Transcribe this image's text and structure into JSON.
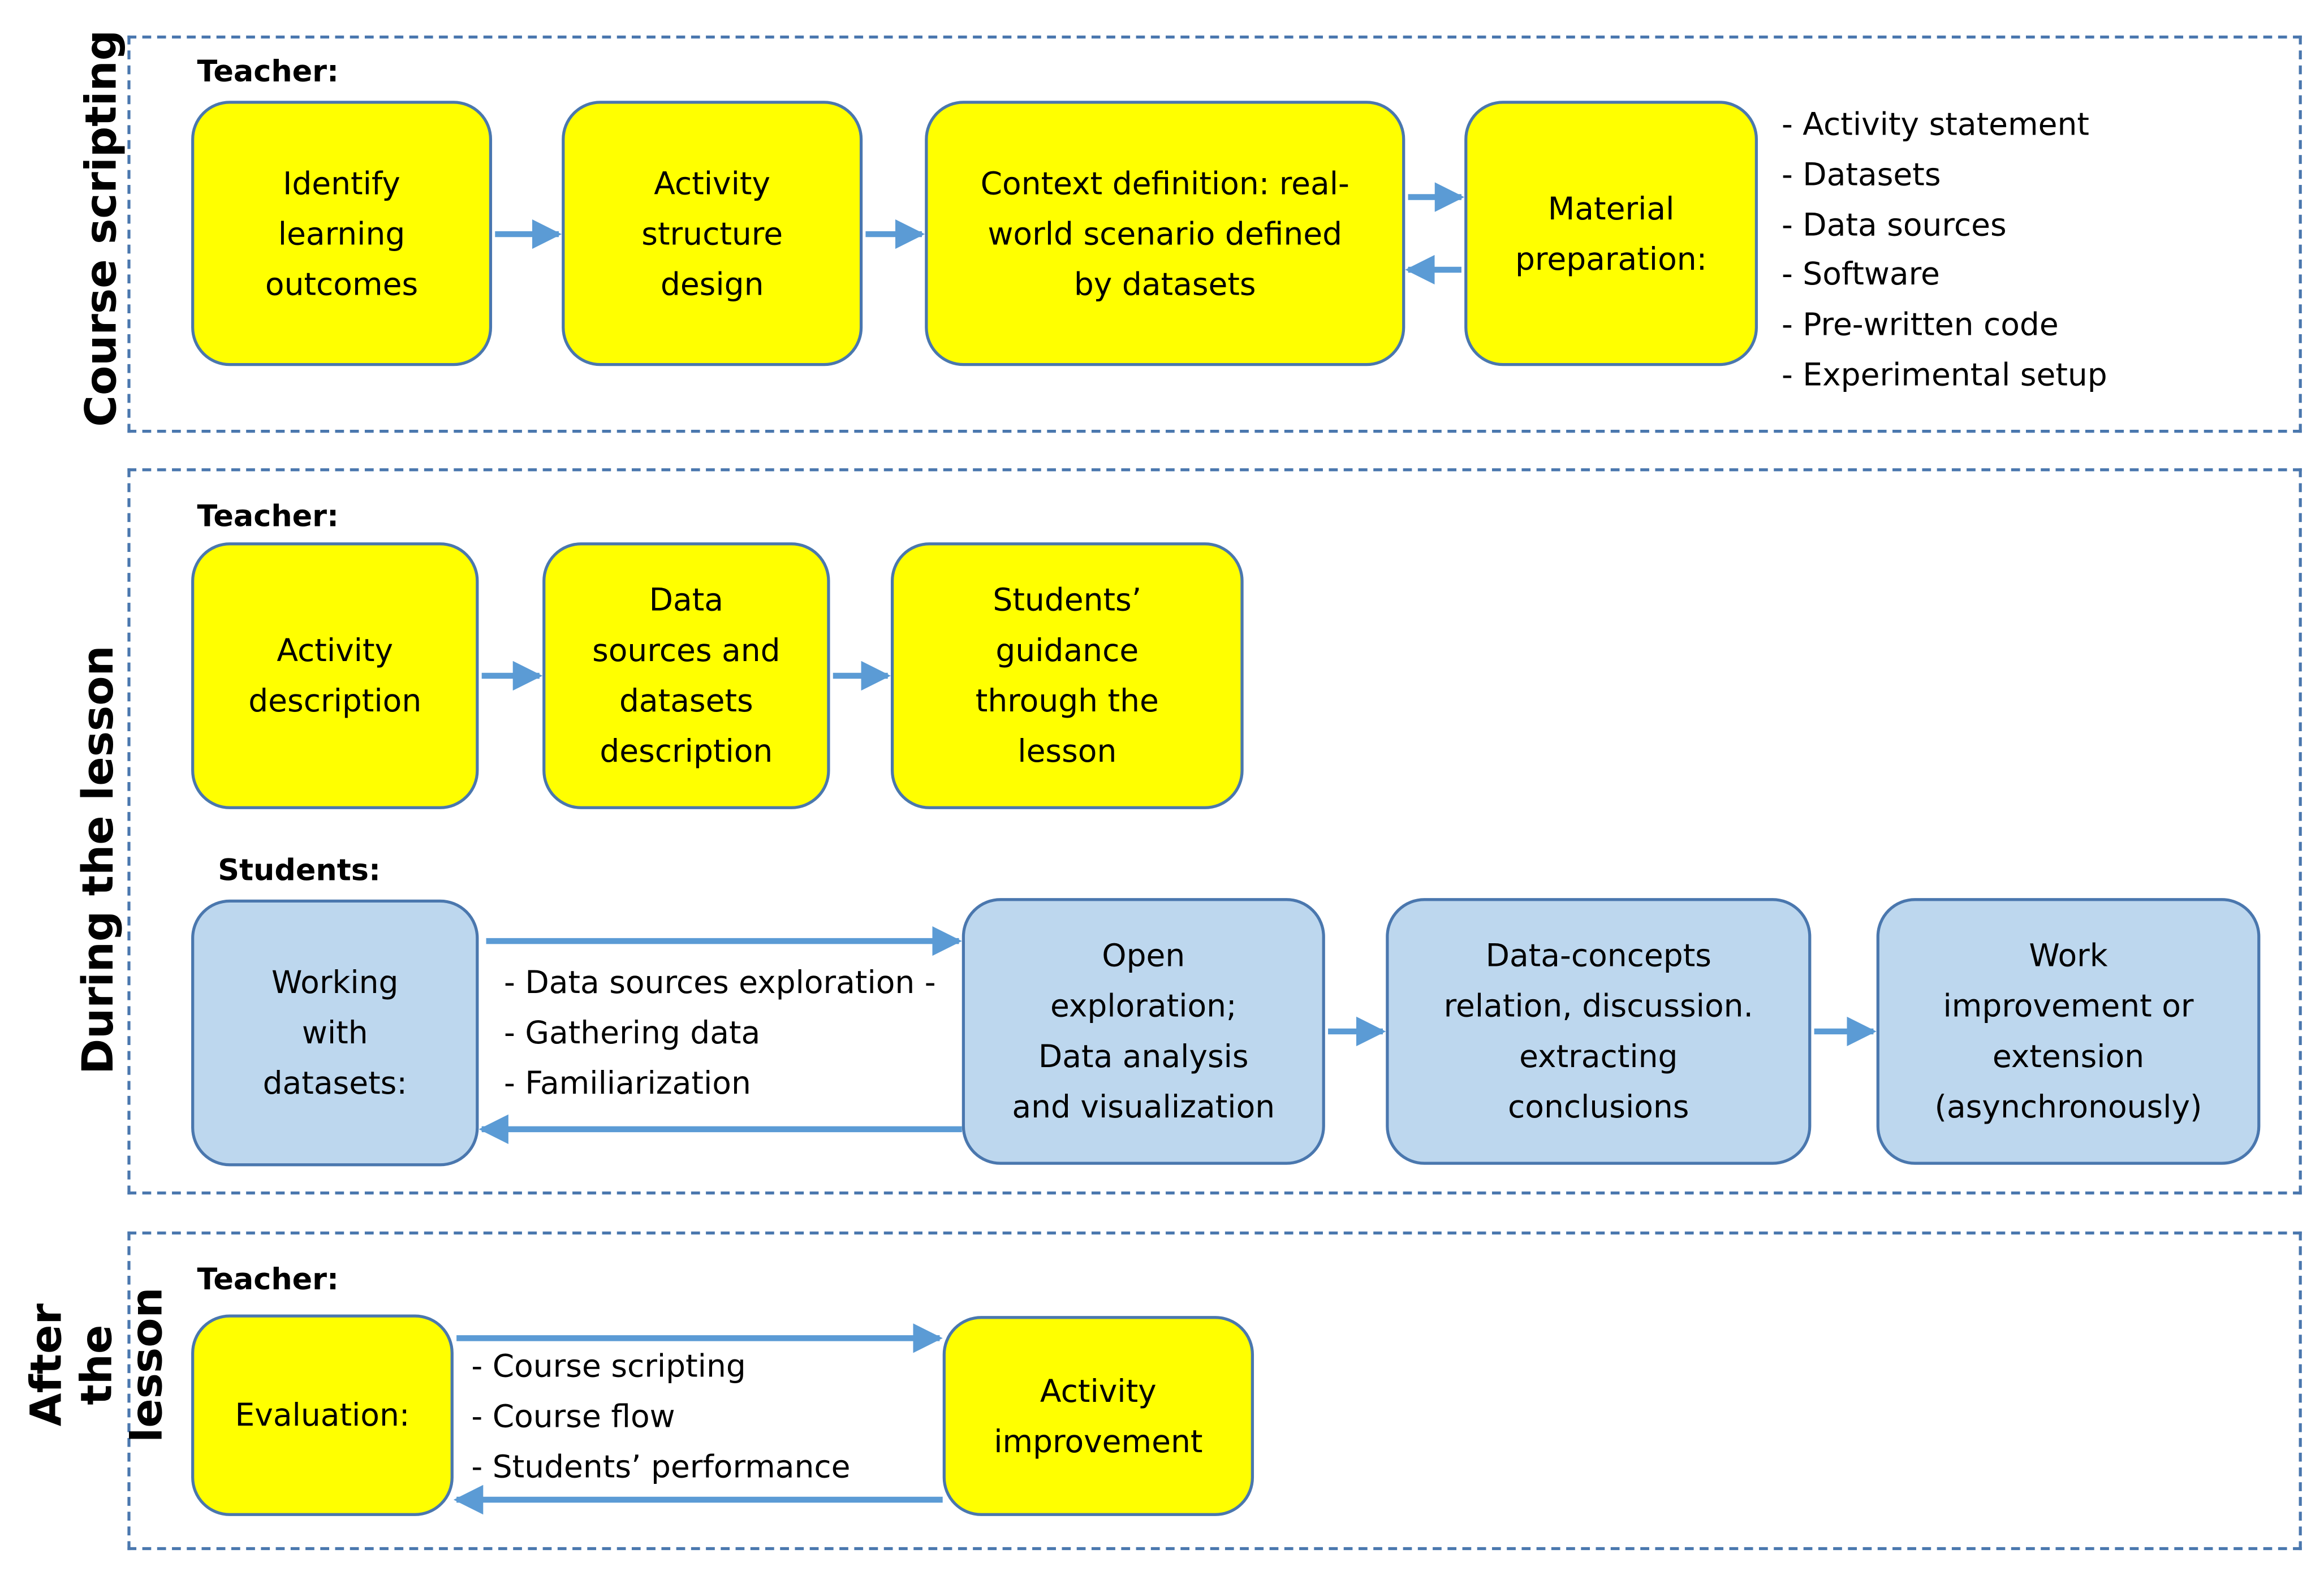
{
  "colors": {
    "teacher_box": "#ffff00",
    "student_box": "#bdd7ee",
    "border": "#4a77ae",
    "arrow": "#5b9bd5"
  },
  "course_scripting": {
    "label": "Course scripting",
    "role": "Teacher:",
    "boxes": [
      "Identify\nlearning\noutcomes",
      "Activity\nstructure\ndesign",
      "Context definition: real-\nworld scenario defined\nby datasets",
      "Material\npreparation:"
    ],
    "materials": [
      "- Activity statement",
      "- Datasets",
      "- Data sources",
      "- Software",
      "- Pre-written code",
      "- Experimental setup"
    ]
  },
  "during_lesson": {
    "label": "During the lesson",
    "teacher_role": "Teacher:",
    "teacher_boxes": [
      "Activity\ndescription",
      "Data\nsources and\ndatasets\ndescription",
      "Students’\nguidance\nthrough the\nlesson"
    ],
    "students_role": "Students:",
    "student_boxes": [
      "Working\nwith\ndatasets:",
      "Open\nexploration;\nData analysis\nand visualization",
      "Data-concepts\nrelation, discussion.\nextracting\nconclusions",
      "Work\nimprovement or\nextension\n(asynchronously)"
    ],
    "working_items": [
      "- Data sources exploration -",
      "- Gathering data",
      "- Familiarization"
    ]
  },
  "after_lesson": {
    "label": "After the\nlesson",
    "role": "Teacher:",
    "boxes": [
      "Evaluation:",
      "Activity\nimprovement"
    ],
    "evaluation_items": [
      "- Course scripting",
      "- Course flow",
      "- Students’ performance"
    ]
  }
}
